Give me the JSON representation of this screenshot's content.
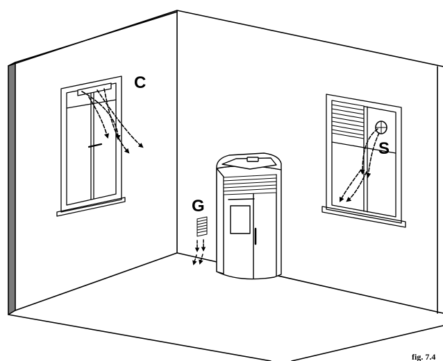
{
  "labels": {
    "c": "C",
    "g": "G",
    "s": "S"
  },
  "caption": "fig. 7.4",
  "icons": [
    "curved-arrow-icon",
    "down-arrow-icon",
    "ventilation-grille-icon",
    "round-vent-icon"
  ]
}
